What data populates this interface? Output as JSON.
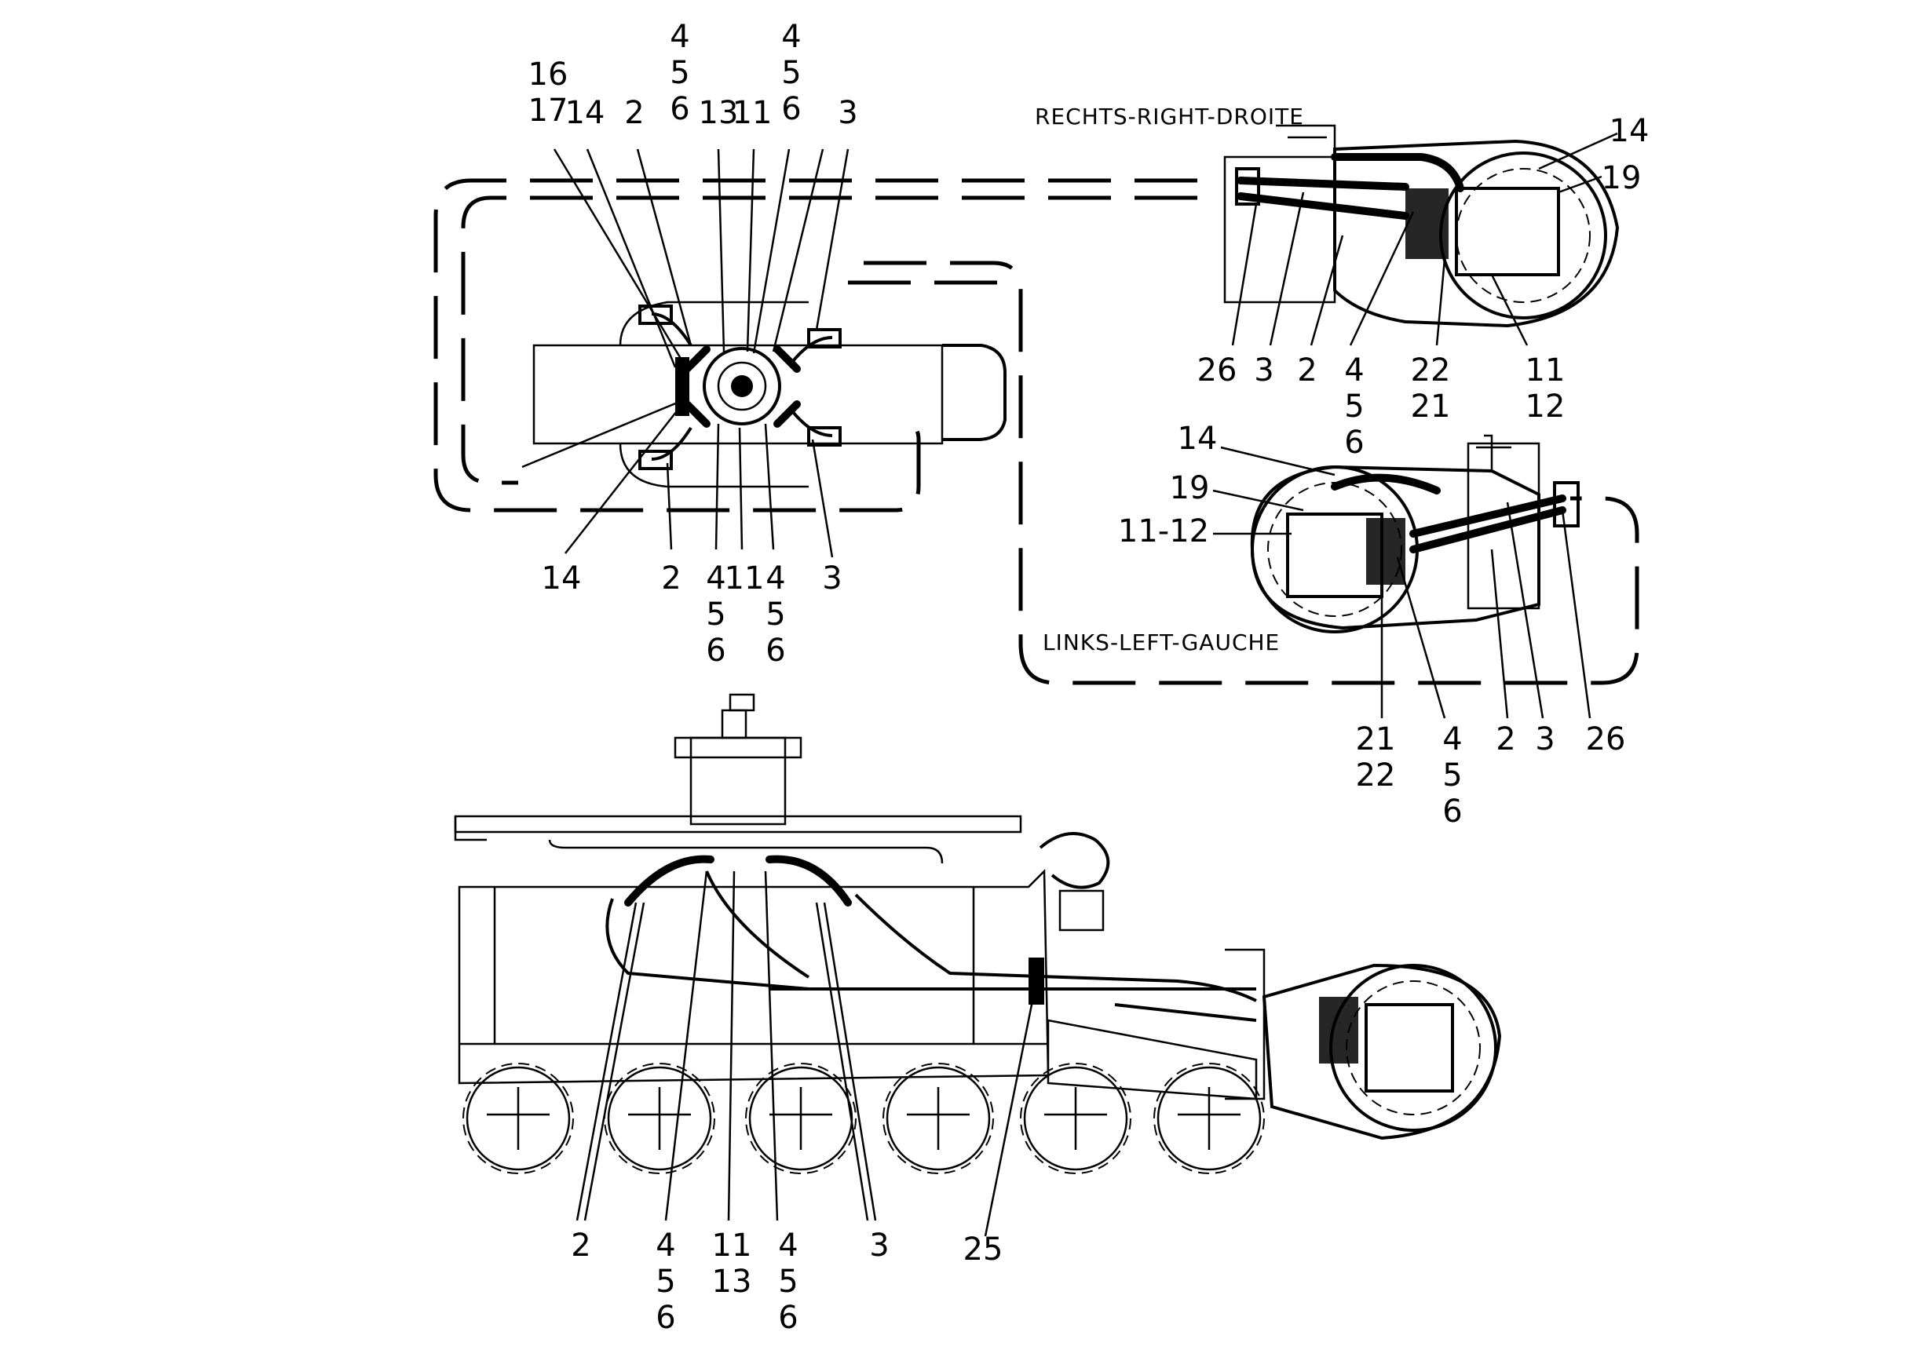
{
  "captions": {
    "right": "RECHTS-RIGHT-DROITE",
    "left": "LINKS-LEFT-GAUCHE"
  },
  "labels": {
    "top_view": [
      {
        "key": "tv-16-17",
        "lines": [
          "16",
          "17"
        ]
      },
      {
        "key": "tv-14a",
        "lines": [
          "14"
        ]
      },
      {
        "key": "tv-2a",
        "lines": [
          "2"
        ]
      },
      {
        "key": "tv-456a",
        "lines": [
          "4",
          "5",
          "6"
        ]
      },
      {
        "key": "tv-13",
        "lines": [
          "13"
        ]
      },
      {
        "key": "tv-11a",
        "lines": [
          "11"
        ]
      },
      {
        "key": "tv-456b",
        "lines": [
          "4",
          "5",
          "6"
        ]
      },
      {
        "key": "tv-3a",
        "lines": [
          "3"
        ]
      },
      {
        "key": "tv-14b",
        "lines": [
          "14"
        ]
      },
      {
        "key": "tv-2b",
        "lines": [
          "2"
        ]
      },
      {
        "key": "tv-456c",
        "lines": [
          "4",
          "5",
          "6"
        ]
      },
      {
        "key": "tv-11b",
        "lines": [
          "11"
        ]
      },
      {
        "key": "tv-456d",
        "lines": [
          "4",
          "5",
          "6"
        ]
      },
      {
        "key": "tv-3b",
        "lines": [
          "3"
        ]
      }
    ],
    "right_motor": [
      {
        "key": "rm-14",
        "lines": [
          "14"
        ]
      },
      {
        "key": "rm-19",
        "lines": [
          "19"
        ]
      },
      {
        "key": "rm-26",
        "lines": [
          "26"
        ]
      },
      {
        "key": "rm-3",
        "lines": [
          "3"
        ]
      },
      {
        "key": "rm-2",
        "lines": [
          "2"
        ]
      },
      {
        "key": "rm-456",
        "lines": [
          "4",
          "5",
          "6"
        ]
      },
      {
        "key": "rm-22-21",
        "lines": [
          "22",
          "21"
        ]
      },
      {
        "key": "rm-11-12",
        "lines": [
          "11",
          "12"
        ]
      }
    ],
    "left_motor": [
      {
        "key": "lm-14",
        "lines": [
          "14"
        ]
      },
      {
        "key": "lm-19",
        "lines": [
          "19"
        ]
      },
      {
        "key": "lm-11-12",
        "lines": [
          "11-12"
        ]
      },
      {
        "key": "lm-21-22",
        "lines": [
          "21",
          "22"
        ]
      },
      {
        "key": "lm-456",
        "lines": [
          "4",
          "5",
          "6"
        ]
      },
      {
        "key": "lm-2",
        "lines": [
          "2"
        ]
      },
      {
        "key": "lm-3",
        "lines": [
          "3"
        ]
      },
      {
        "key": "lm-26",
        "lines": [
          "26"
        ]
      }
    ],
    "side_view": [
      {
        "key": "sv-2",
        "lines": [
          "2"
        ]
      },
      {
        "key": "sv-456a",
        "lines": [
          "4",
          "5",
          "6"
        ]
      },
      {
        "key": "sv-11-13",
        "lines": [
          "11",
          "13"
        ]
      },
      {
        "key": "sv-456b",
        "lines": [
          "4",
          "5",
          "6"
        ]
      },
      {
        "key": "sv-3",
        "lines": [
          "3"
        ]
      },
      {
        "key": "sv-25",
        "lines": [
          "25"
        ]
      }
    ]
  }
}
